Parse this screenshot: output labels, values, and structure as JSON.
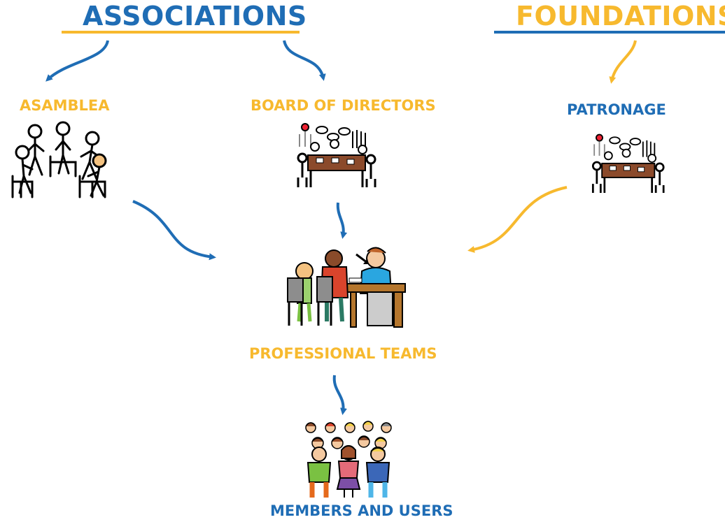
{
  "colors": {
    "blue": "#1f6db5",
    "yellow": "#f7b92e"
  },
  "headings": {
    "associations": "ASSOCIATIONS",
    "foundations": "FOUNDATIONS"
  },
  "nodes": {
    "asamblea": "ASAMBLEA",
    "board_of_directors": "BOARD OF DIRECTORS",
    "patronage": "PATRONAGE",
    "professional_teams": "PROFESSIONAL TEAMS",
    "members_and_users": "MEMBERS AND USERS"
  },
  "pictograms": {
    "asamblea": "people-sitting-circle-icon",
    "board_of_directors": "meeting-table-icon",
    "patronage": "meeting-table-icon",
    "professional_teams": "office-desk-meeting-icon",
    "members_and_users": "group-of-people-icon"
  }
}
